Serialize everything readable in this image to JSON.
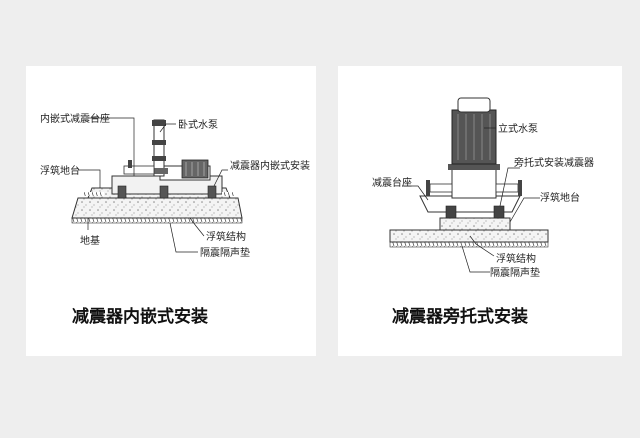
{
  "left": {
    "labels": {
      "embedded_base": "内嵌式减震台座",
      "horizontal_pump": "卧式水泵",
      "floating_platform": "浮筑地台",
      "isolator_embedded": "减震器内嵌式安装",
      "floating_structure": "浮筑结构",
      "foundation": "地基",
      "isolation_pad": "隔震隔声垫"
    },
    "caption": "减震器内嵌式安装"
  },
  "right": {
    "labels": {
      "vertical_pump": "立式水泵",
      "side_isolator": "旁托式安装减震器",
      "isolation_base": "减震台座",
      "floating_platform": "浮筑地台",
      "floating_structure": "浮筑结构",
      "isolation_pad": "隔震隔声垫"
    },
    "caption": "减震器旁托式安装"
  }
}
